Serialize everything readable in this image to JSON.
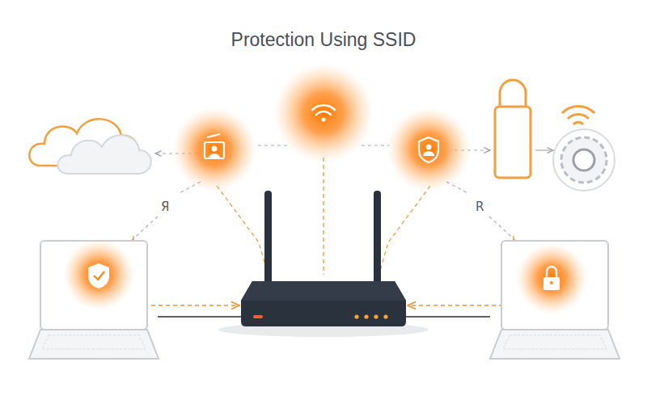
{
  "diagram": {
    "title": "Protection Using SSID",
    "labels": [
      "Я",
      "R"
    ]
  }
}
